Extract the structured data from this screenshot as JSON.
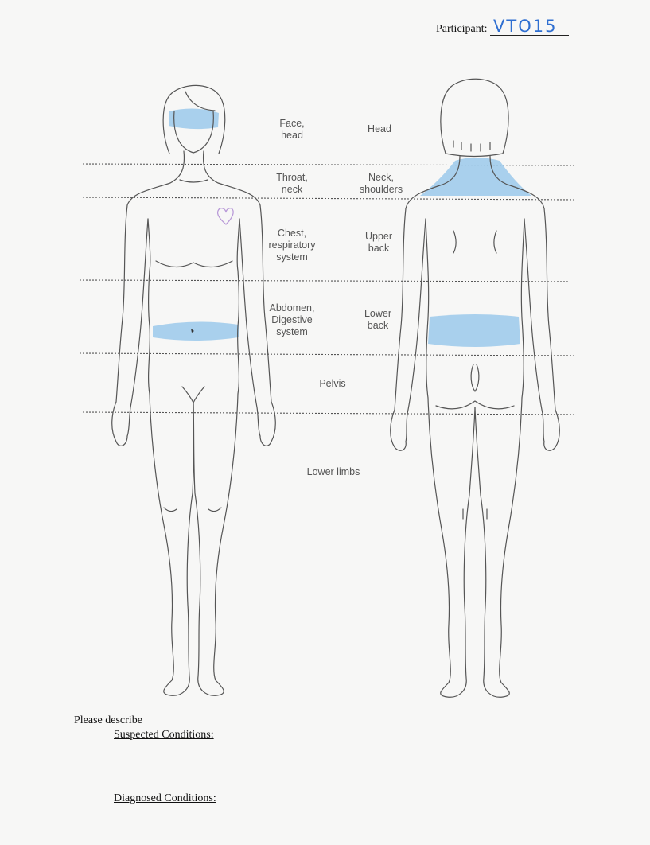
{
  "header": {
    "participant_label": "Participant:",
    "participant_id": "VTO15"
  },
  "regions_front": {
    "face_head": "Face,\nhead",
    "throat_neck": "Throat,\nneck",
    "chest": "Chest,\nrespiratory\nsystem",
    "abdomen": "Abdomen,\nDigestive\nsystem"
  },
  "regions_back": {
    "head": "Head",
    "neck_shoulders": "Neck,\nshoulders",
    "upper_back": "Upper\nback",
    "lower_back": "Lower\nback"
  },
  "regions_shared": {
    "pelvis": "Pelvis",
    "lower_limbs": "Lower limbs"
  },
  "footer": {
    "prompt": "Please describe",
    "suspected": "Suspected Conditions:",
    "diagnosed": "Diagnosed Conditions:"
  },
  "marking_color": "#8fc3ea"
}
